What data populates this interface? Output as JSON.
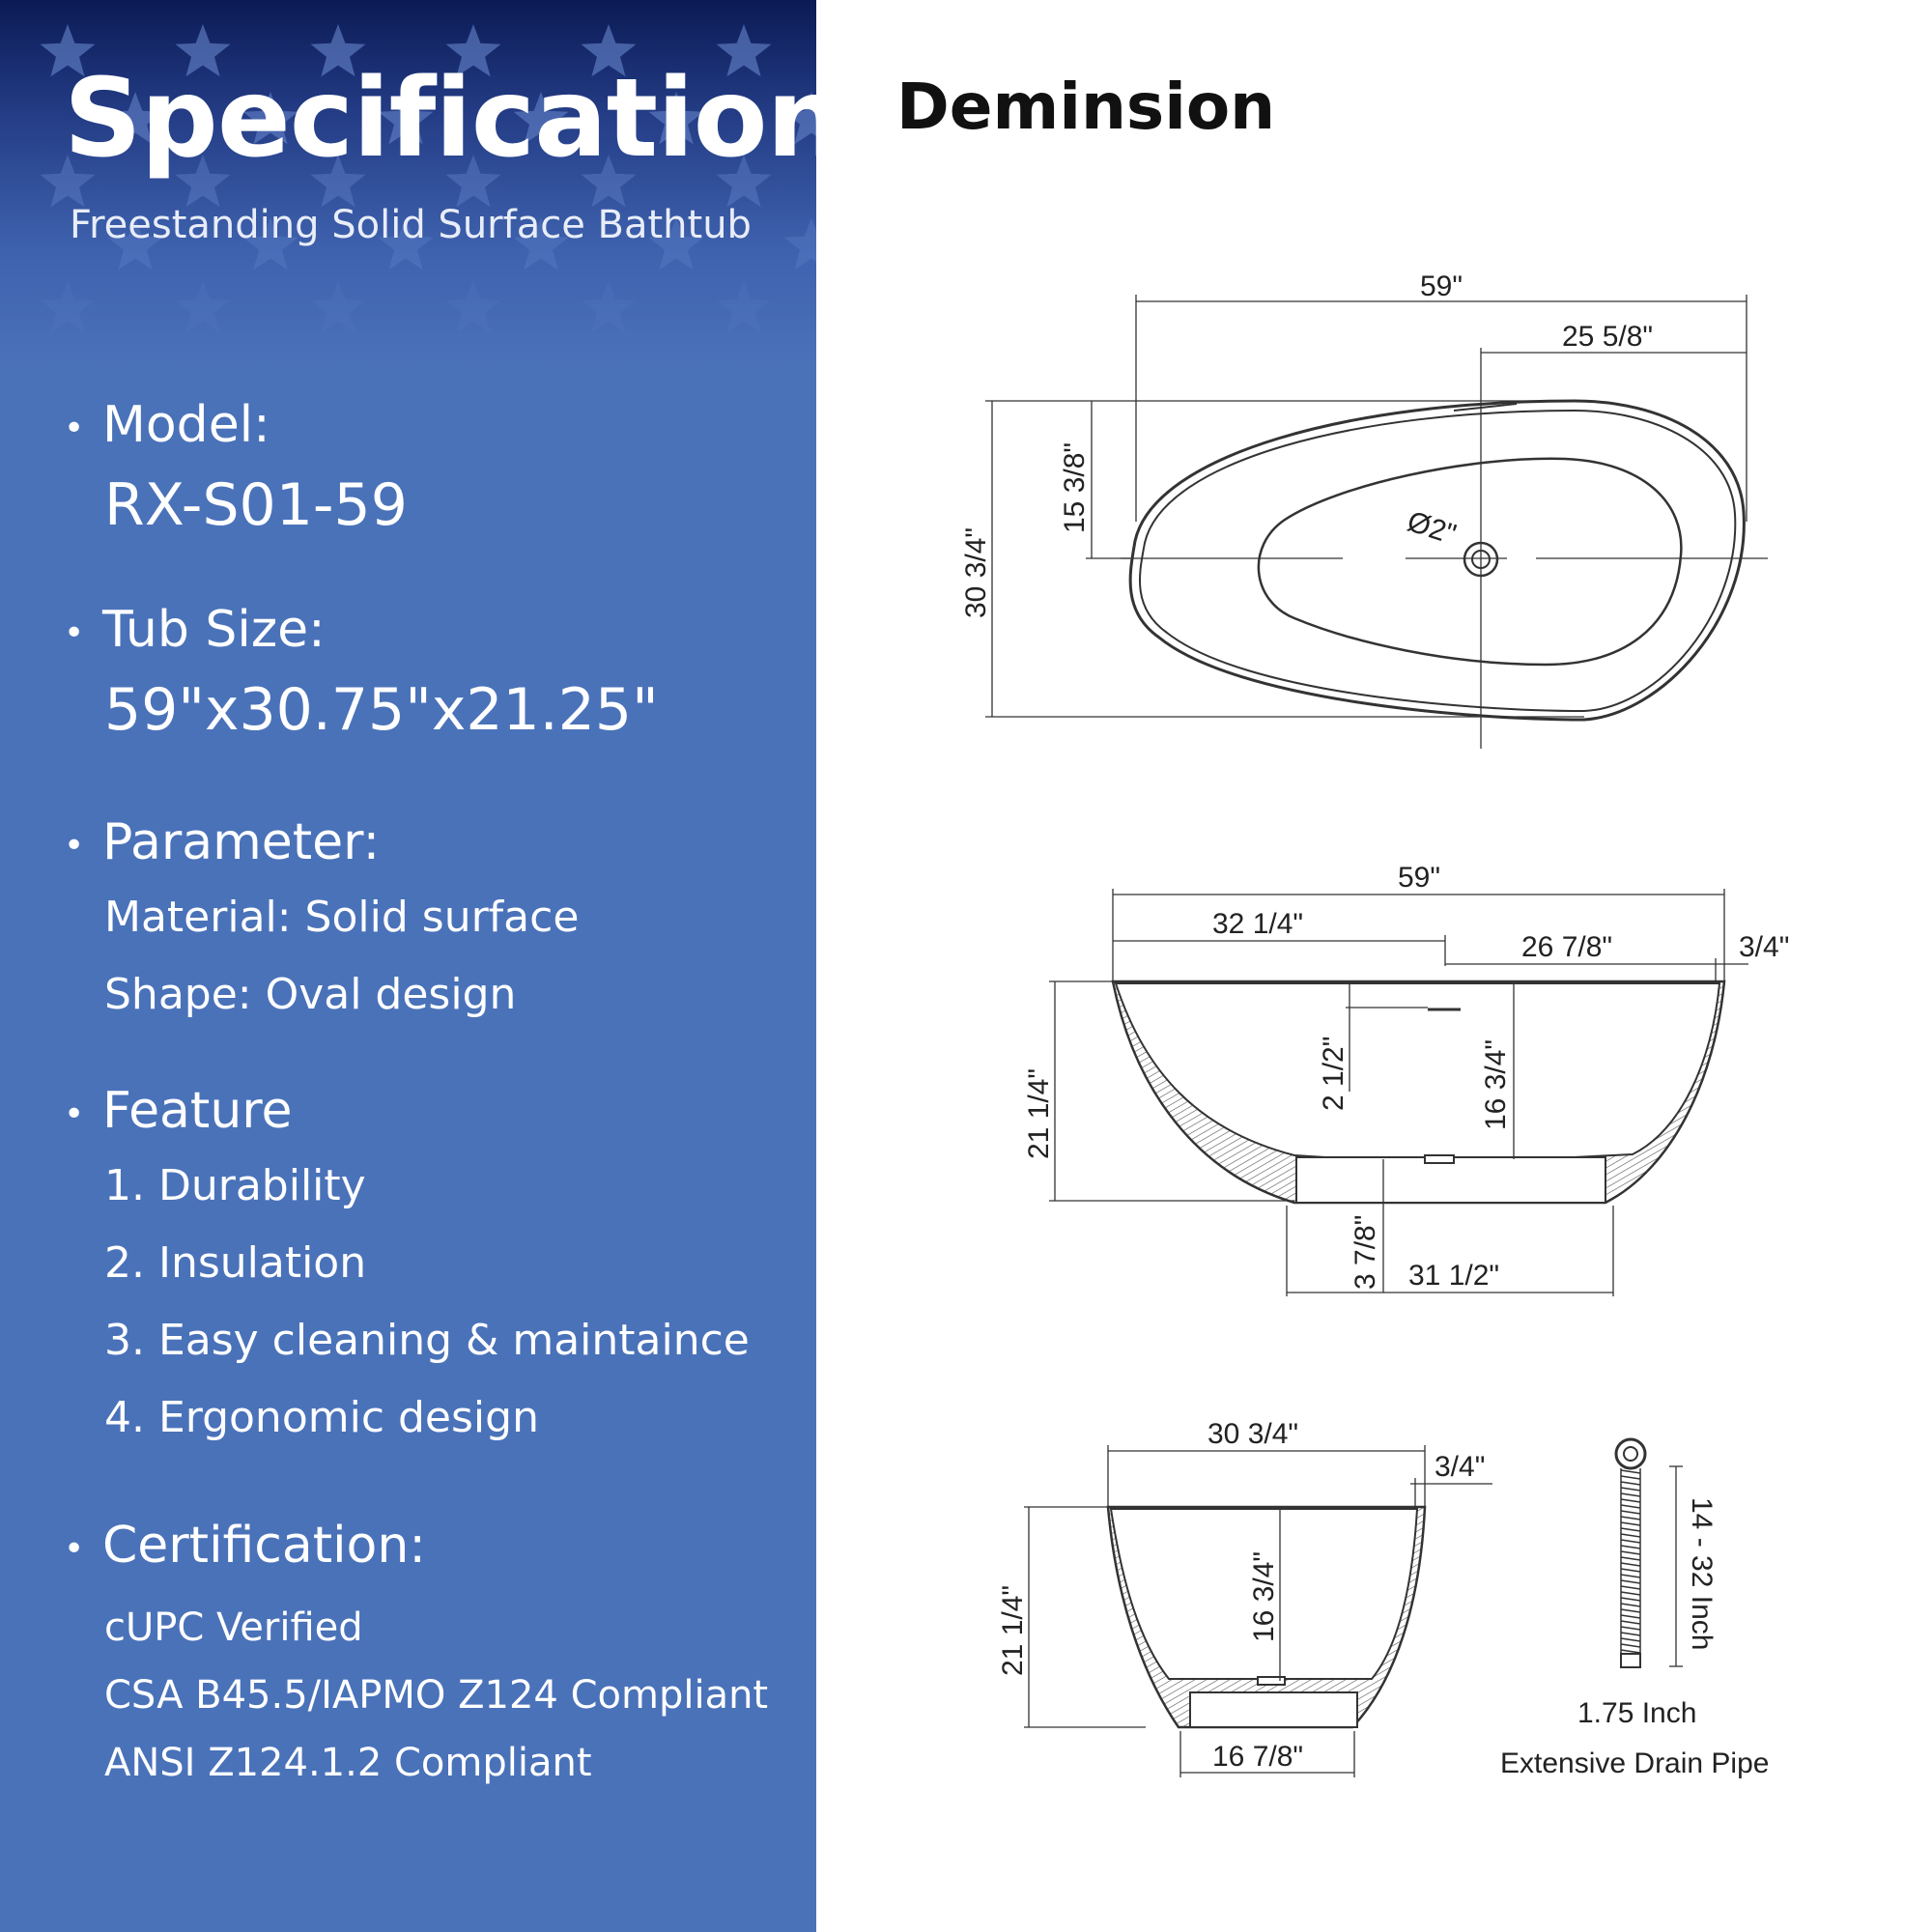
{
  "header": {
    "title": "Specification",
    "subtitle": "Freestanding Solid Surface Bathtub"
  },
  "spec": {
    "model": {
      "label": "Model:",
      "value": "RX-S01-59"
    },
    "tub_size": {
      "label": "Tub Size:",
      "value": "59\"x30.75\"x21.25\""
    },
    "parameter": {
      "label": "Parameter:",
      "items": [
        "Material: Solid surface",
        "Shape: Oval design"
      ]
    },
    "feature": {
      "label": "Feature",
      "items": [
        "1. Durability",
        "2. Insulation",
        "3. Easy cleaning & maintaince",
        "4. Ergonomic design"
      ]
    },
    "certification": {
      "label": "Certification:",
      "items": [
        "cUPC Verified",
        "CSA B45.5/IAPMO Z124 Compliant",
        "ANSI Z124.1.2 Compliant"
      ]
    }
  },
  "dimension": {
    "title": "Deminsion",
    "top_view": {
      "length": "59\"",
      "drain_offset": "25 5/8\"",
      "half_width": "15 3/8\"",
      "width": "30 3/4\"",
      "drain_diameter": "Ø2\""
    },
    "side_view": {
      "length": "59\"",
      "left_part": "32 1/4\"",
      "right_part": "26 7/8\"",
      "rim": "3/4\"",
      "height": "21 1/4\"",
      "overflow_depth": "2 1/2\"",
      "inner_depth": "16 3/4\"",
      "base_height": "3 7/8\"",
      "base_length": "31 1/2\""
    },
    "end_view": {
      "width": "30 3/4\"",
      "rim": "3/4\"",
      "height": "21 1/4\"",
      "inner_depth": "16 3/4\"",
      "base_width": "16 7/8\""
    },
    "drain_pipe": {
      "length": "14 - 32 Inch",
      "diameter": "1.75 Inch",
      "caption": "Extensive Drain Pipe"
    }
  },
  "colors": {
    "panel": "#4a72b9",
    "panel_top": "#0b1a55",
    "line": "#333333"
  }
}
